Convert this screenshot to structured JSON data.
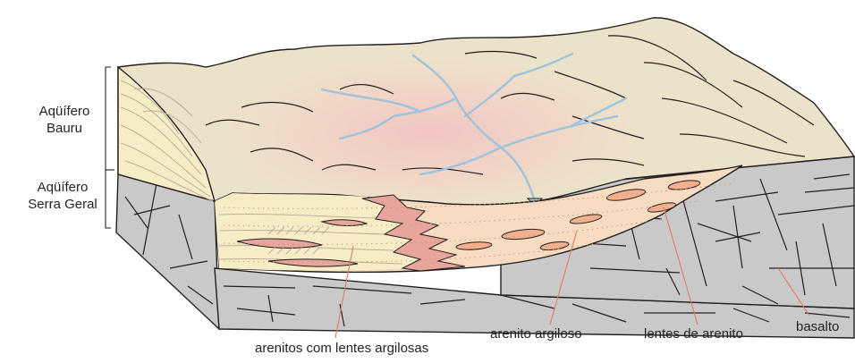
{
  "labels": {
    "aquifer_bauru_line1": "Aqüífero",
    "aquifer_bauru_line2": "Bauru",
    "aquifer_serra_line1": "Aqüífero",
    "aquifer_serra_line2": "Serra Geral",
    "arenitos_com_lentes": "arenitos com lentes argilosas",
    "arenito_argiloso": "arenito argiloso",
    "lentes_de_arenito": "lentes de arenito",
    "basalto": "basalto"
  },
  "colors": {
    "surface": "#ece2c9",
    "surface_pink": "#f1c8c4",
    "sandstone_front": "#f6edc6",
    "clayey_sandstone": "#f7dcc2",
    "clay_lens": "#e7a59c",
    "basalt": "#c9c9ca",
    "rivers": "#9fc3dd",
    "lines": "#231f20"
  }
}
